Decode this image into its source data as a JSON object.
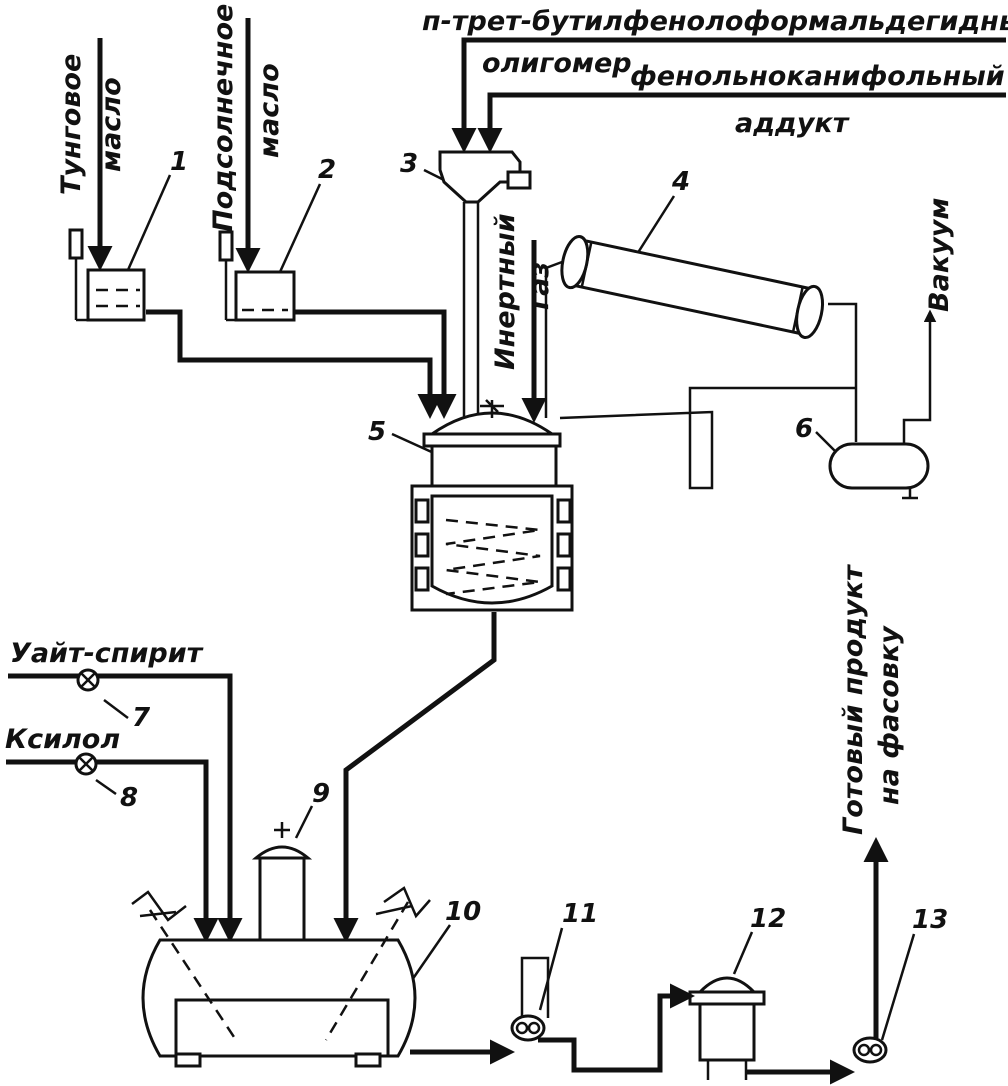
{
  "labels": {
    "tung_oil_1": "Тунговое",
    "tung_oil_2": "масло",
    "sunflower_oil_1": "Подсолнечное",
    "sunflower_oil_2": "масло",
    "oligomer_1": "п-трет-бутилфенолоформальдегидный",
    "oligomer_2": "олигомер",
    "adduct_1": "фенольноканифольный",
    "adduct_2": "аддукт",
    "inert_gas_1": "Инертный",
    "inert_gas_2": "газ",
    "vacuum": "Вакуум",
    "white_spirit": "Уайт-спирит",
    "xylene": "Ксилол",
    "product_1": "Готовый продукт",
    "product_2": "на фасовку"
  },
  "numbers": [
    "1",
    "2",
    "3",
    "4",
    "5",
    "6",
    "7",
    "8",
    "9",
    "10",
    "11",
    "12",
    "13"
  ],
  "colors": {
    "ink": "#111111",
    "paper": "#ffffff"
  }
}
